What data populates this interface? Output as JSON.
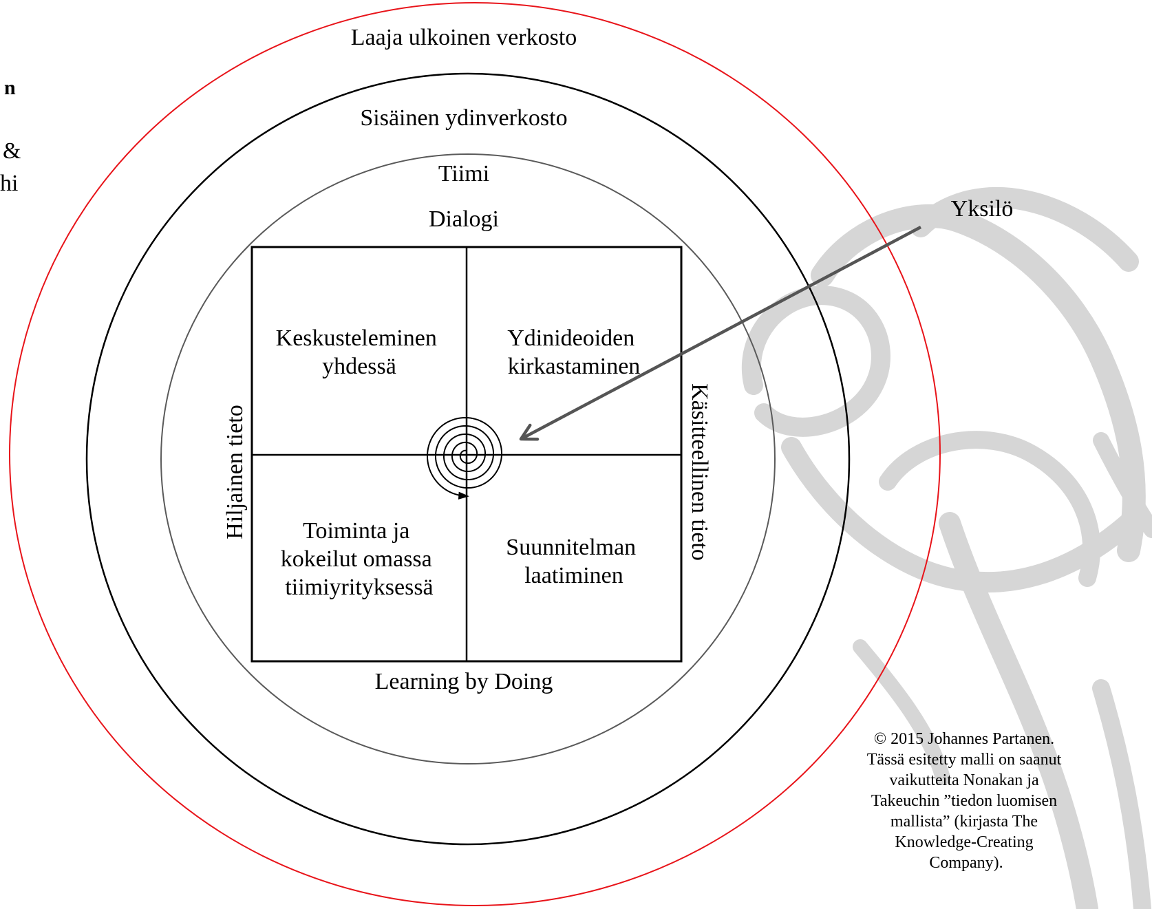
{
  "colors": {
    "outer_ring": "#e8141a",
    "middle_ring": "#000000",
    "inner_ring": "#5a5a5a",
    "arrow": "#555555",
    "watermark": "#d6d6d6"
  },
  "rings": {
    "outer_label": "Laaja ulkoinen verkosto",
    "middle_label": "Sisäinen ydinverkosto",
    "inner_label": "Tiimi"
  },
  "matrix": {
    "top_label": "Dialogi",
    "bottom_label": "Learning by Doing",
    "left_label": "Hiljainen tieto",
    "right_label": "Käsitteellinen tieto",
    "quadrants": {
      "top_left": [
        "Keskusteleminen",
        "yhdessä"
      ],
      "top_right": [
        "Ydinideoiden",
        "kirkastaminen"
      ],
      "bottom_left": [
        "Toiminta ja",
        "kokeilut omassa",
        "tiimiyrityksessä"
      ],
      "bottom_right": [
        "Suunnitelman",
        "laatiminen"
      ]
    }
  },
  "individual_label": "Yksilö",
  "cut_off_text": [
    "n",
    "&",
    "hi"
  ],
  "copyright_lines": [
    "© 2015 Johannes Partanen.",
    "Tässä esitetty malli on saanut",
    "vaikutteita Nonakan ja",
    "Takeuchin ”tiedon luomisen",
    "mallista” (kirjasta The",
    "Knowledge-Creating",
    "Company)."
  ]
}
